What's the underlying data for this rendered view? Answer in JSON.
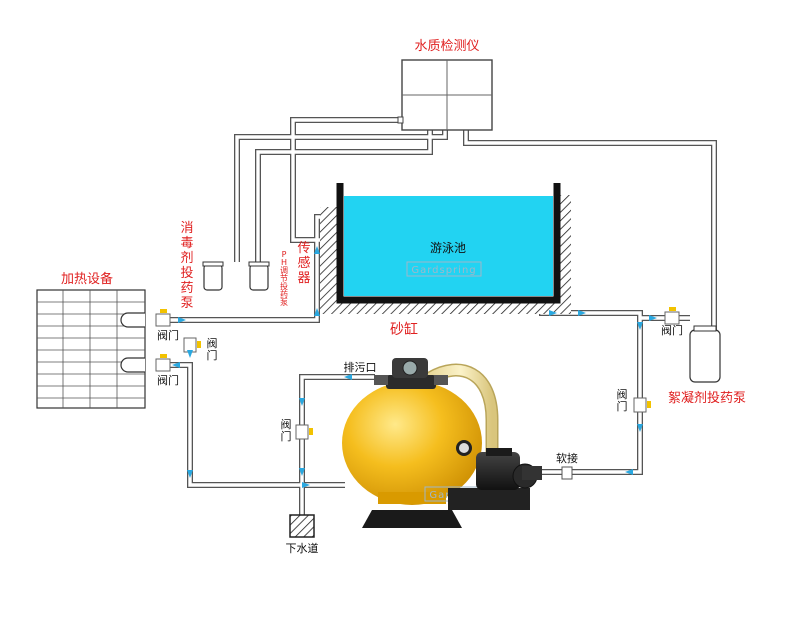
{
  "labels": {
    "water_quality_meter": "水质检测仪",
    "pool": "游泳池",
    "disinfectant_pump": "消毒剂投药泵",
    "ph_pump": "PH调节投药泵",
    "sensor": "传感器",
    "heater": "加热设备",
    "sand_filter": "砂缸",
    "drain_outlet": "排污口",
    "flocculant_pump": "絮凝剂投药泵",
    "soft_joint": "软接",
    "sewer": "下水道",
    "valve": "阀门"
  },
  "watermark": "Gardspring",
  "colors": {
    "pool_water": "#22d3f2",
    "label_red": "#e02020",
    "arrow_blue": "#2aa8e0",
    "tank_yellow": "#f2b516"
  }
}
